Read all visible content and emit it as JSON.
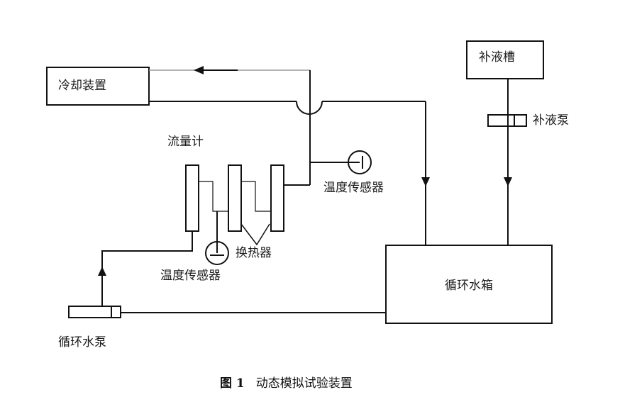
{
  "diagram": {
    "components": {
      "cooling_unit": "冷却装置",
      "makeup_tank": "补液槽",
      "makeup_pump": "补液泵",
      "flow_meter": "流量计",
      "temp_sensor_top": "温度传感器",
      "temp_sensor_bottom": "温度传感器",
      "heat_exchanger": "换热器",
      "circulation_tank": "循环水箱",
      "circulation_pump": "循环水泵"
    },
    "caption": {
      "number": "图 1",
      "title": "动态模拟试验装置"
    },
    "colors": {
      "line": "#111111",
      "return_line": "#9a9a9a"
    }
  }
}
